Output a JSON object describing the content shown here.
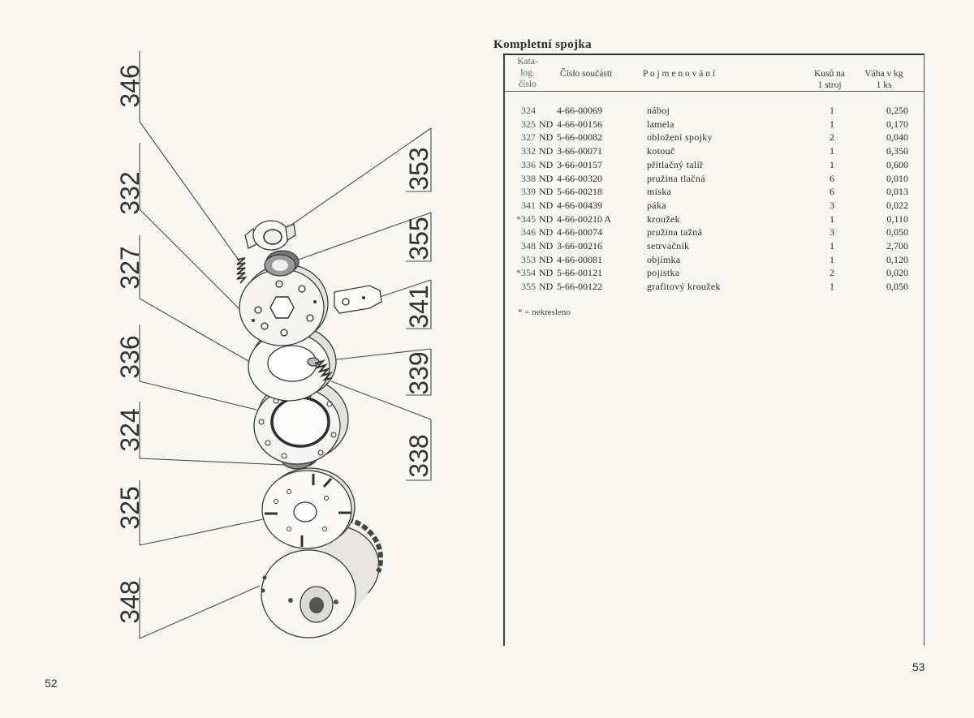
{
  "pages": {
    "left_number": "52",
    "right_number": "53"
  },
  "title": "Kompletní spojka",
  "table": {
    "headers": {
      "catalog": [
        "Kata-",
        "log.",
        "číslo"
      ],
      "part_number": "Číslo součásti",
      "name": "P o j m e n o v á n í",
      "qty": [
        "Kusů na",
        "1 stroj"
      ],
      "weight": [
        "Váha v kg",
        "1 ks"
      ]
    },
    "rows": [
      {
        "cat": "324",
        "number": "4-66-00069",
        "name": "náboj",
        "qty": "1",
        "weight": "0,250"
      },
      {
        "cat": "325",
        "prefix": "ND",
        "number": "4-66-00156",
        "name": "lamela",
        "qty": "1",
        "weight": "0,170"
      },
      {
        "cat": "327",
        "prefix": "ND",
        "number": "5-66-00082",
        "name": "obložení spojky",
        "qty": "2",
        "weight": "0,040"
      },
      {
        "cat": "332",
        "prefix": "ND",
        "number": "3-66-00071",
        "name": "kotouč",
        "qty": "1",
        "weight": "0,350"
      },
      {
        "cat": "336",
        "prefix": "ND",
        "number": "3-66-00157",
        "name": "přítlačný talíř",
        "qty": "1",
        "weight": "0,600"
      },
      {
        "cat": "338",
        "prefix": "ND",
        "number": "4-66-00320",
        "name": "pružina tlačná",
        "qty": "6",
        "weight": "0,010"
      },
      {
        "cat": "339",
        "prefix": "ND",
        "number": "5-66-00218",
        "name": "miska",
        "qty": "6",
        "weight": "0,013"
      },
      {
        "cat": "341",
        "prefix": "ND",
        "number": "4-66-00439",
        "name": "páka",
        "qty": "3",
        "weight": "0,022"
      },
      {
        "cat": "*345",
        "prefix": "ND",
        "number": "4-66-00210 A",
        "name": "kroužek",
        "qty": "1",
        "weight": "0,110"
      },
      {
        "cat": "346",
        "prefix": "ND",
        "number": "4-66-00074",
        "name": "pružina tažná",
        "qty": "3",
        "weight": "0,050"
      },
      {
        "cat": "348",
        "prefix": "ND",
        "number": "3-66-00216",
        "name": "setrvačník",
        "qty": "1",
        "weight": "2,700"
      },
      {
        "cat": "353",
        "prefix": "ND",
        "number": "4-66-00081",
        "name": "objímka",
        "qty": "1",
        "weight": "0,120"
      },
      {
        "cat": "*354",
        "prefix": "ND",
        "number": "5-66-00121",
        "name": "pojistka",
        "qty": "2",
        "weight": "0,020"
      },
      {
        "cat": "355",
        "prefix": "ND",
        "number": "5-66-00122",
        "name": "grafitový kroužek",
        "qty": "1",
        "weight": "0,050"
      }
    ],
    "footnote": "* = nekresleno"
  },
  "diagram": {
    "labels_left": [
      "346",
      "332",
      "327",
      "336",
      "324",
      "325",
      "348"
    ],
    "labels_right": [
      "353",
      "355",
      "341",
      "339",
      "338"
    ]
  }
}
